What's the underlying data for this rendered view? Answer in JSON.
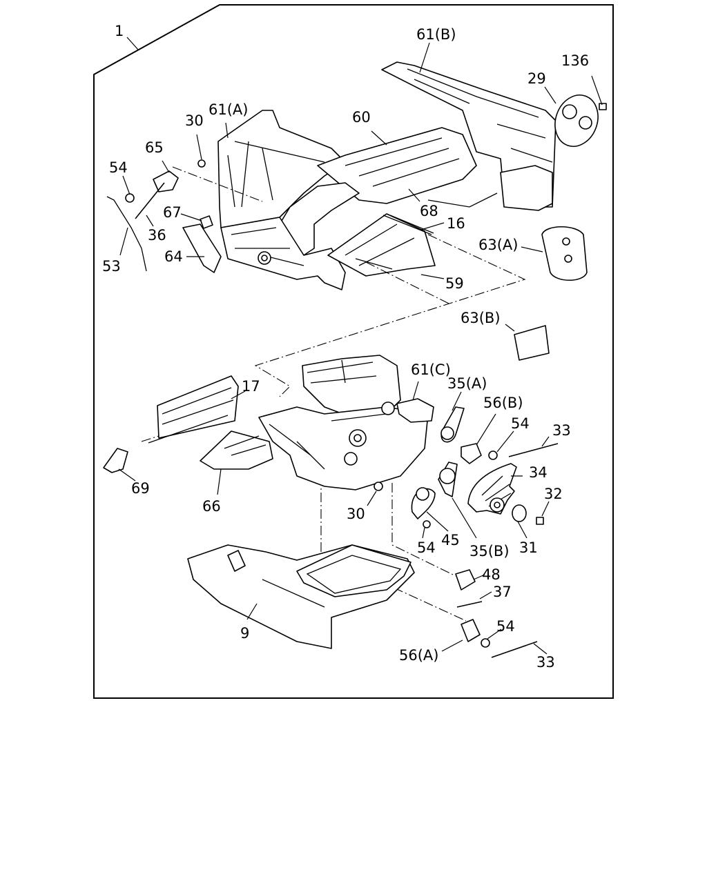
{
  "diagram": {
    "callouts": {
      "c1": "1",
      "c61b": "61(B)",
      "c136": "136",
      "c29": "29",
      "c61a": "61(A)",
      "c30a": "30",
      "c60": "60",
      "c65": "65",
      "c54a": "54",
      "c67": "67",
      "c68": "68",
      "c16": "16",
      "c36": "36",
      "c53": "53",
      "c64": "64",
      "c63a": "63(A)",
      "c59": "59",
      "c63b": "63(B)",
      "c61c": "61(C)",
      "c17": "17",
      "c35a": "35(A)",
      "c56b": "56(B)",
      "c54b": "54",
      "c33a": "33",
      "c69": "69",
      "c34": "34",
      "c66": "66",
      "c32": "32",
      "c30b": "30",
      "c54c": "54",
      "c45": "45",
      "c35b": "35(B)",
      "c31": "31",
      "c48": "48",
      "c37": "37",
      "c9": "9",
      "c54d": "54",
      "c56a": "56(A)",
      "c33b": "33"
    }
  }
}
